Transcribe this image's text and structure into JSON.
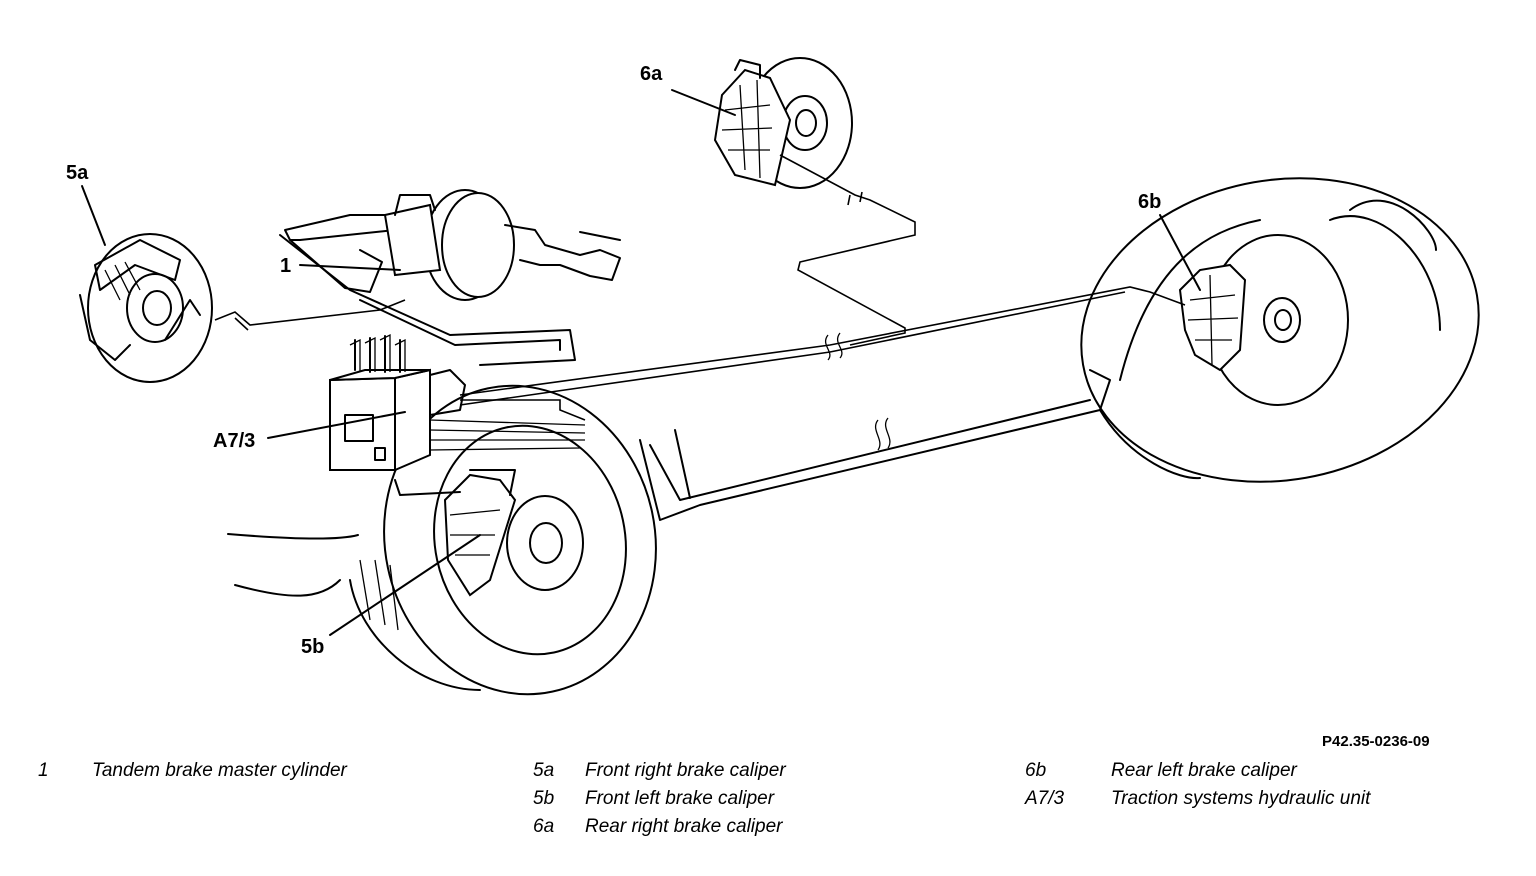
{
  "callouts": {
    "c5a": "5a",
    "c6a": "6a",
    "c6b": "6b",
    "c1": "1",
    "cA73": "A7/3",
    "c5b": "5b"
  },
  "figure_code": "P42.35-0236-09",
  "legend": [
    {
      "key": "1",
      "text": "Tandem brake master cylinder"
    },
    {
      "key": "5a",
      "text": "Front right brake caliper"
    },
    {
      "key": "5b",
      "text": "Front left brake caliper"
    },
    {
      "key": "6a",
      "text": "Rear right brake caliper"
    },
    {
      "key": "6b",
      "text": "Rear left brake caliper"
    },
    {
      "key": "A7/3",
      "text": "Traction systems hydraulic unit"
    }
  ]
}
